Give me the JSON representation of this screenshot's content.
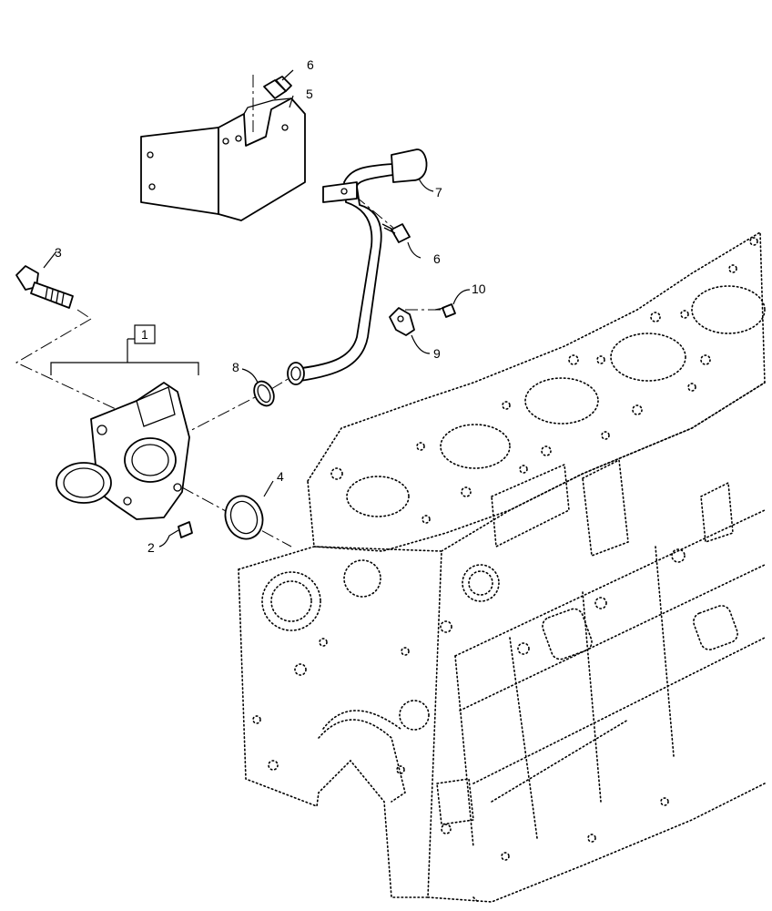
{
  "callouts": {
    "c1": "1",
    "c2": "2",
    "c3": "3",
    "c4": "4",
    "c5": "5",
    "c6a": "6",
    "c6b": "6",
    "c7": "7",
    "c8": "8",
    "c9": "9",
    "c10": "10"
  }
}
